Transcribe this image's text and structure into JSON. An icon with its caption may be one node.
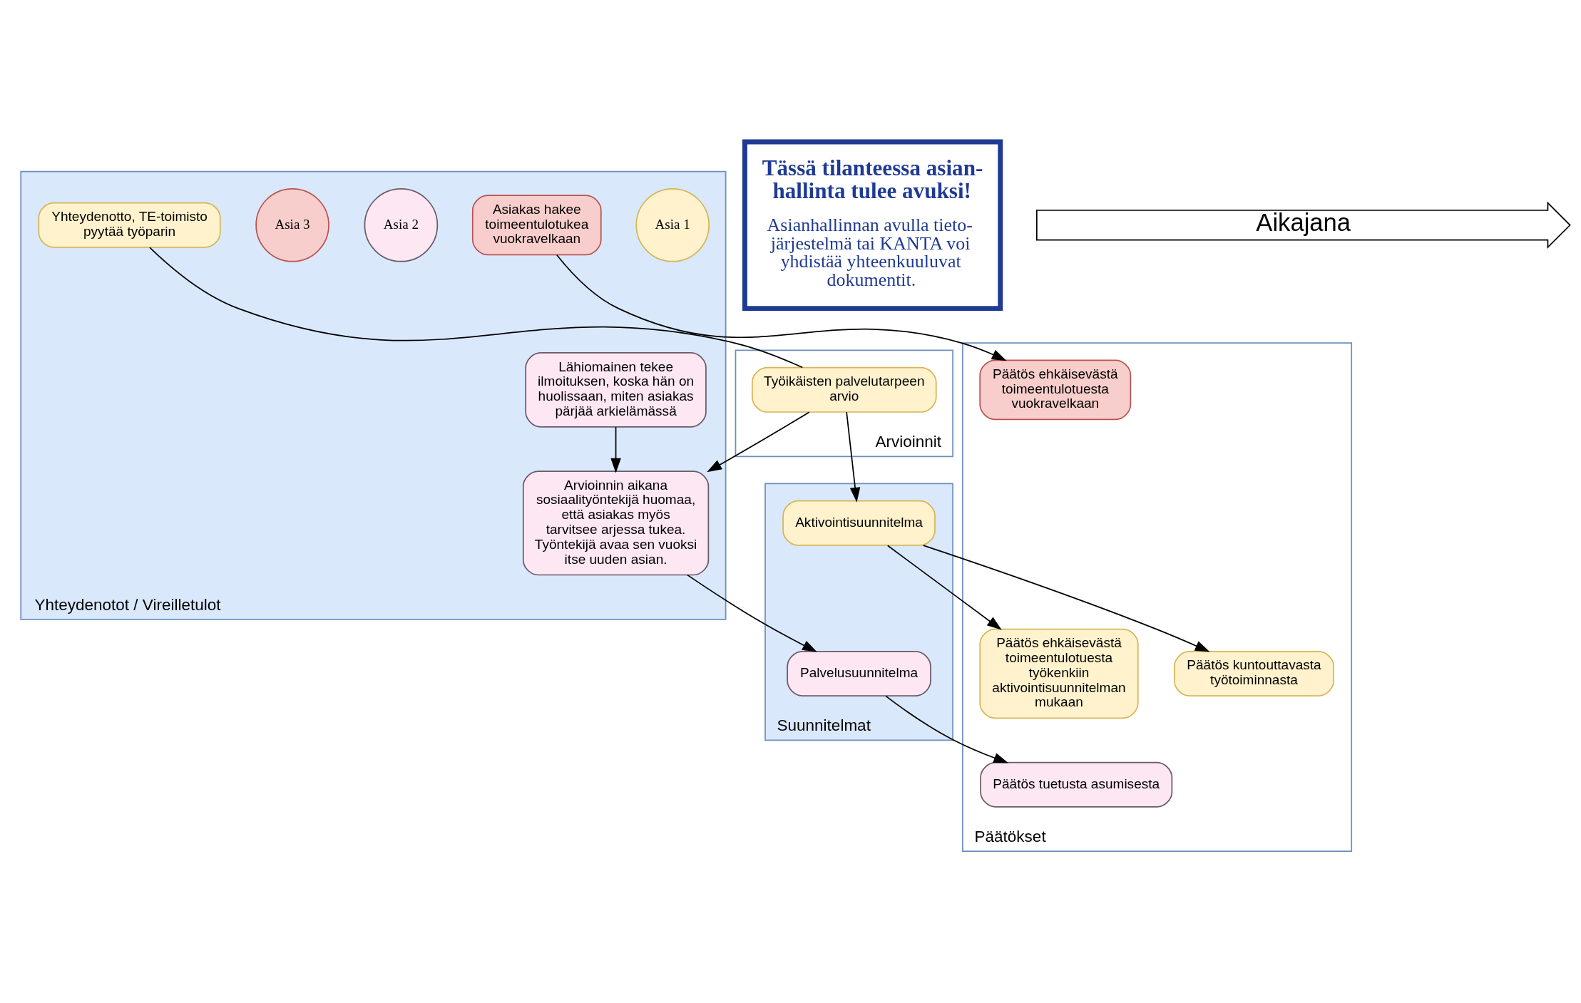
{
  "diagram": {
    "nodes": [
      {
        "text": [
          "Yhteydenotot / Vireilletulot"
        ]
      },
      {
        "text": [
          "Asia 1"
        ],
        "in": 0
      },
      {
        "text": [
          "Yhteydenotto, TE-toimisto pyytää työparin"
        ],
        "in": 0
      },
      {
        "text": [
          "Asia 2"
        ],
        "in": 0
      },
      {
        "text": [
          "Lähiomainen tekee ilmoituksen, koska hän on huolissaan, miten asiakas pärjää arkielämässä"
        ],
        "in": 0
      },
      {
        "text": [
          "Arvioinnin aikana sosiaalityöntekijä huomaa, että asiakas myös tarvitsee arjessa tukea. Työntekijä avaa sen vuoksi itse uuden asian."
        ],
        "in": 0
      },
      {
        "text": [
          "Asia 3"
        ],
        "in": 0
      },
      {
        "text": [
          "Asiakas hakee toimeentulotukea vuokravelkaan"
        ],
        "in": 0
      },
      {
        "text": [
          "Arvioinnit"
        ]
      },
      {
        "text": [
          "Työikäisten palvelutarpeen arvio"
        ],
        "in": 8
      },
      {
        "text": [
          "Suunnitelmat"
        ]
      },
      {
        "text": [
          "Palvelusuunnitelma"
        ],
        "in": 10
      },
      {
        "text": [
          "Aktivointisuunnitelma"
        ],
        "in": 10
      },
      {
        "text": [
          "Päätökset"
        ]
      },
      {
        "text": [
          "Päätös tuetusta asumisesta"
        ],
        "in": 13
      },
      {
        "text": [
          "Päätös kuntouttavasta työtoiminnasta"
        ],
        "in": 13
      },
      {
        "text": [
          "Päätös ehkäisevästä toimeentulotuesta vuokravelkaan"
        ],
        "in": 13
      },
      {
        "text": [
          "Päätös ehkäisevästä toimeentulotuesta työkenkiin aktivointisuunnitelman mukaan"
        ],
        "in": 13
      },
      {
        "text": [
          "Tässä tilanteessa asian-hallinta tulee avuksi!",
          "Asianhallinnan avulla tieto-järjestelmä tai KANTA voi yhdistää yhteenkuuluvat dokumentit."
        ]
      },
      {
        "text": [
          "Aikajana"
        ]
      }
    ],
    "edges": [
      {
        "from": 2,
        "to": 9,
        "arrow": "none"
      },
      {
        "from": 9,
        "to": 5,
        "arrow": "to"
      },
      {
        "from": 4,
        "to": 5,
        "arrow": "to"
      },
      {
        "from": 5,
        "to": 11,
        "arrow": "to"
      },
      {
        "from": 9,
        "to": 12,
        "arrow": "to"
      },
      {
        "from": 7,
        "to": 16,
        "arrow": "to"
      },
      {
        "from": 11,
        "to": 14,
        "arrow": "to"
      },
      {
        "from": 12,
        "to": 15,
        "arrow": "to"
      },
      {
        "from": 12,
        "to": 17,
        "arrow": "to"
      }
    ]
  }
}
